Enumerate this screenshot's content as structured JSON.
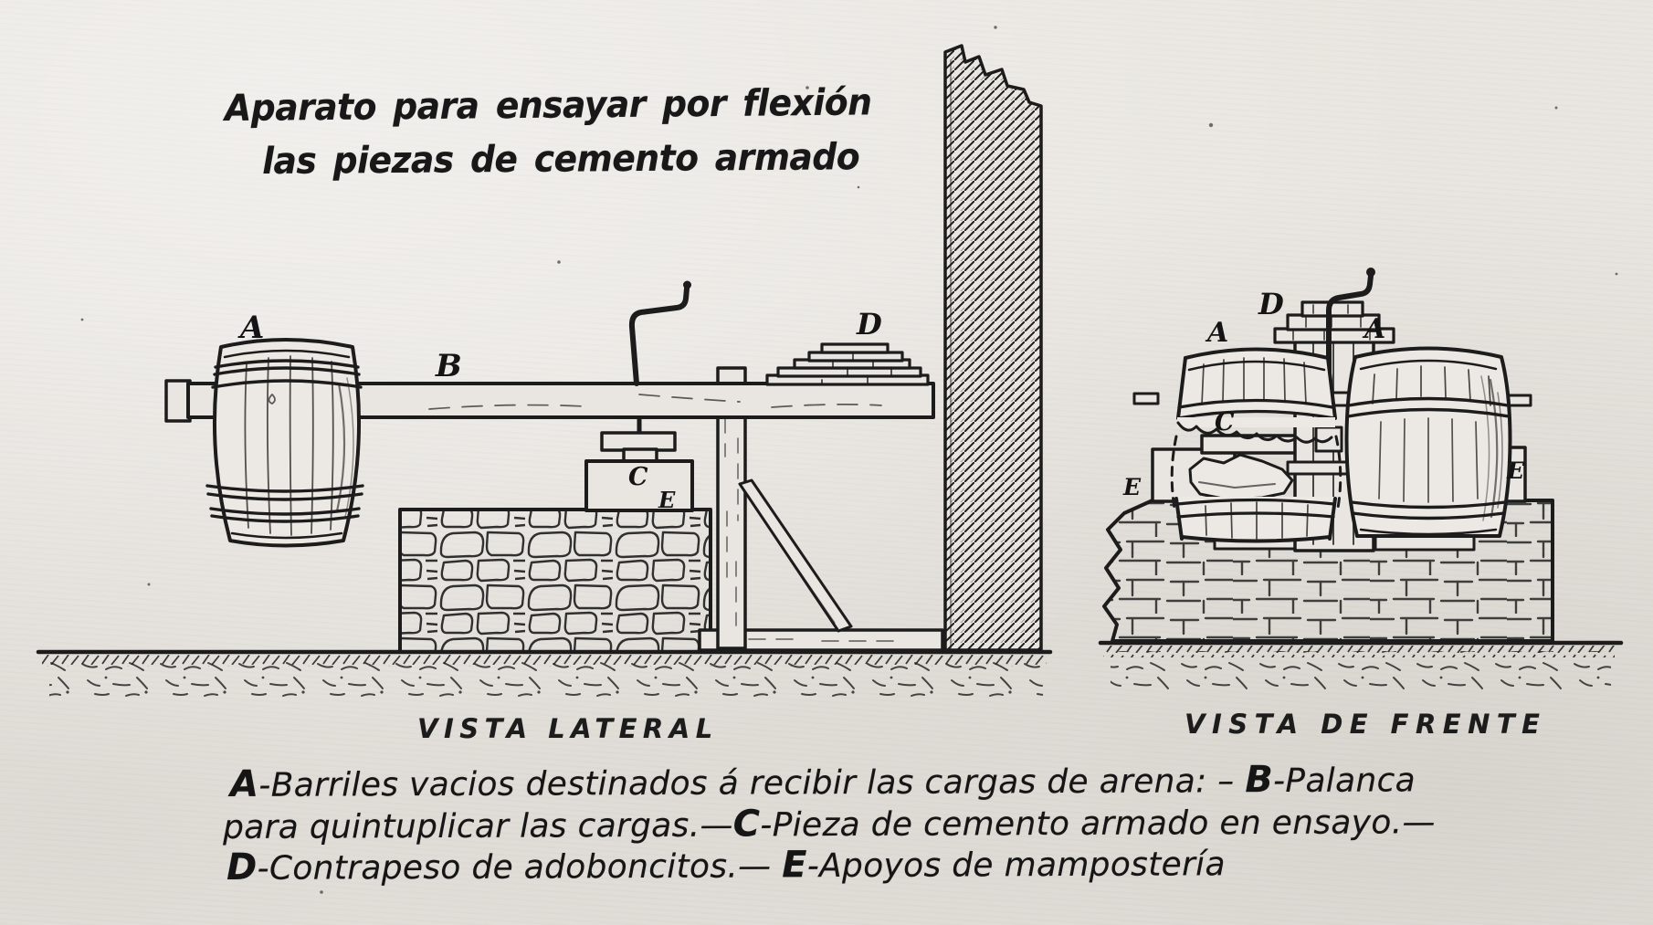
{
  "artwork": {
    "background": "#e9e6e1",
    "ink": "#1c1c1c",
    "title": {
      "line1": "Aparato para ensayar por flexión",
      "line2": "las piezas de cemento armado"
    },
    "lateral_view": {
      "caption": "VISTA LATERAL",
      "labels": {
        "barrel": "A",
        "lever": "B",
        "specimen": "C",
        "counterweight": "D",
        "support": "E"
      }
    },
    "front_view": {
      "caption": "VISTA DE FRENTE",
      "labels": {
        "barrel_left": "A",
        "barrel_right": "A",
        "specimen": "C",
        "counterweight": "D",
        "support_left": "E",
        "support_right": "E"
      }
    },
    "legend": {
      "key_a": "A",
      "text_a": "-Barriles vacios destinados á recibir las cargas de arena: – ",
      "key_b": "B",
      "text_b": "-Palanca",
      "line2_lead": "para quintuplicar las cargas.—",
      "key_c": "C",
      "text_c": "-Pieza de cemento armado en ensayo.—",
      "key_d": "D",
      "text_d": "-Contrapeso de adoboncitos.— ",
      "key_e": "E",
      "text_e": "-Apoyos de mampostería"
    }
  }
}
